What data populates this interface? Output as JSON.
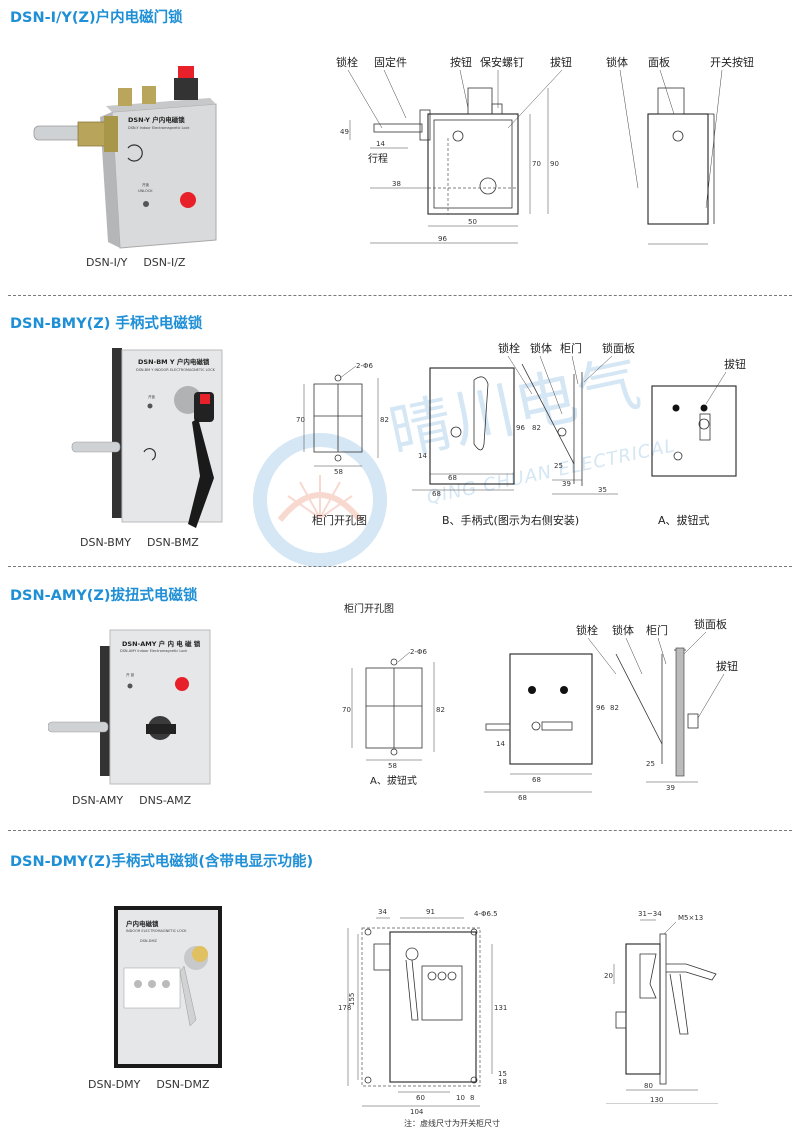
{
  "sections": [
    {
      "title": "DSN-Ⅰ/Y(Z)户内电磁门锁",
      "models": [
        "DSN-Ⅰ/Y",
        "DSN-Ⅰ/Z"
      ],
      "device_label": "DSN-Y 户内电磁锁",
      "device_sub": "DSN-Y Indoor Electromagnetic Lock",
      "device_unlock": "开锁",
      "device_unlock_en": "UNLOCK",
      "callouts": [
        "锁栓",
        "固定件",
        "按钮",
        "保安螺钉",
        "拔钮",
        "锁体",
        "面板",
        "开关按钮"
      ],
      "dims": [
        "49",
        "14",
        "行程",
        "38",
        "50",
        "96",
        "70",
        "90"
      ]
    },
    {
      "title": "DSN-BMY(Z) 手柄式电磁锁",
      "models": [
        "DSN-BMY",
        "DSN-BMZ"
      ],
      "device_label": "DSN-BM Y 户内电磁锁",
      "device_sub": "DSN-BM Y INDOOR ELECTROMAGNETIC LOCK",
      "device_unlock": "开锁",
      "callouts": [
        "锁栓",
        "锁体",
        "柜门",
        "锁面板",
        "拔钮"
      ],
      "dims": [
        "2-Φ6",
        "70",
        "82",
        "58",
        "96",
        "82",
        "14",
        "68",
        "68",
        "25",
        "39",
        "35"
      ],
      "captions": [
        "柜门开孔图",
        "B、手柄式(图示为右侧安装)",
        "A、拔钮式"
      ]
    },
    {
      "title": "DSN-AMY(Z)拔扭式电磁锁",
      "models": [
        "DSN-AMY",
        "DNS-AMZ"
      ],
      "device_label": "DSN-AMY 户 内 电 磁 锁",
      "device_sub": "DSN-AMY Indoor Electromagnetic Lock",
      "device_unlock": "开 锁",
      "top_caption": "柜门开孔图",
      "callouts": [
        "锁栓",
        "锁体",
        "柜门",
        "锁面板",
        "拔钮"
      ],
      "dims": [
        "2-Φ6",
        "70",
        "82",
        "58",
        "96",
        "82",
        "14",
        "68",
        "68",
        "25",
        "39"
      ],
      "captions": [
        "A、拔钮式"
      ]
    },
    {
      "title": "DSN-DMY(Z)手柄式电磁锁(含带电显示功能)",
      "models": [
        "DSN-DMY",
        "DSN-DMZ"
      ],
      "device_label": "户内电磁锁",
      "device_sub": "INDOOR ELECTROMAGNETIC LOCK",
      "device_model": "DSN-DMZ",
      "dims": [
        "34",
        "91",
        "4-Φ6.5",
        "178",
        "155",
        "131",
        "60",
        "10",
        "8",
        "104",
        "15",
        "18",
        "31~34",
        "M5×13",
        "20",
        "80",
        "130"
      ],
      "note": "注：虚线尺寸为开关柜尺寸"
    }
  ],
  "watermark": {
    "brand_cn": "晴川电气",
    "brand_en": "QING CHUAN ELECTRICAL"
  },
  "colors": {
    "title": "#1f8fd6",
    "separator": "#7a7a7a",
    "button_red": "#e8202a"
  }
}
